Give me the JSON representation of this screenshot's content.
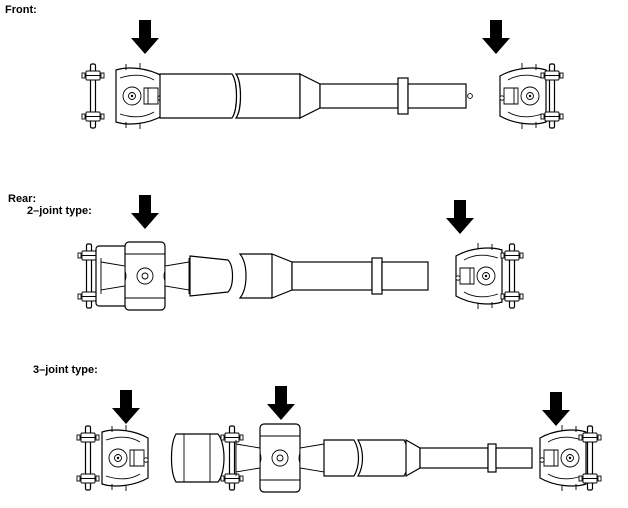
{
  "labels": {
    "front": "Front:",
    "rear": "Rear:",
    "two_joint": "2–joint type:",
    "three_joint": "3–joint type:"
  },
  "colors": {
    "line": "#000000",
    "background": "#ffffff"
  },
  "icons": [
    "down-arrow-icon"
  ]
}
